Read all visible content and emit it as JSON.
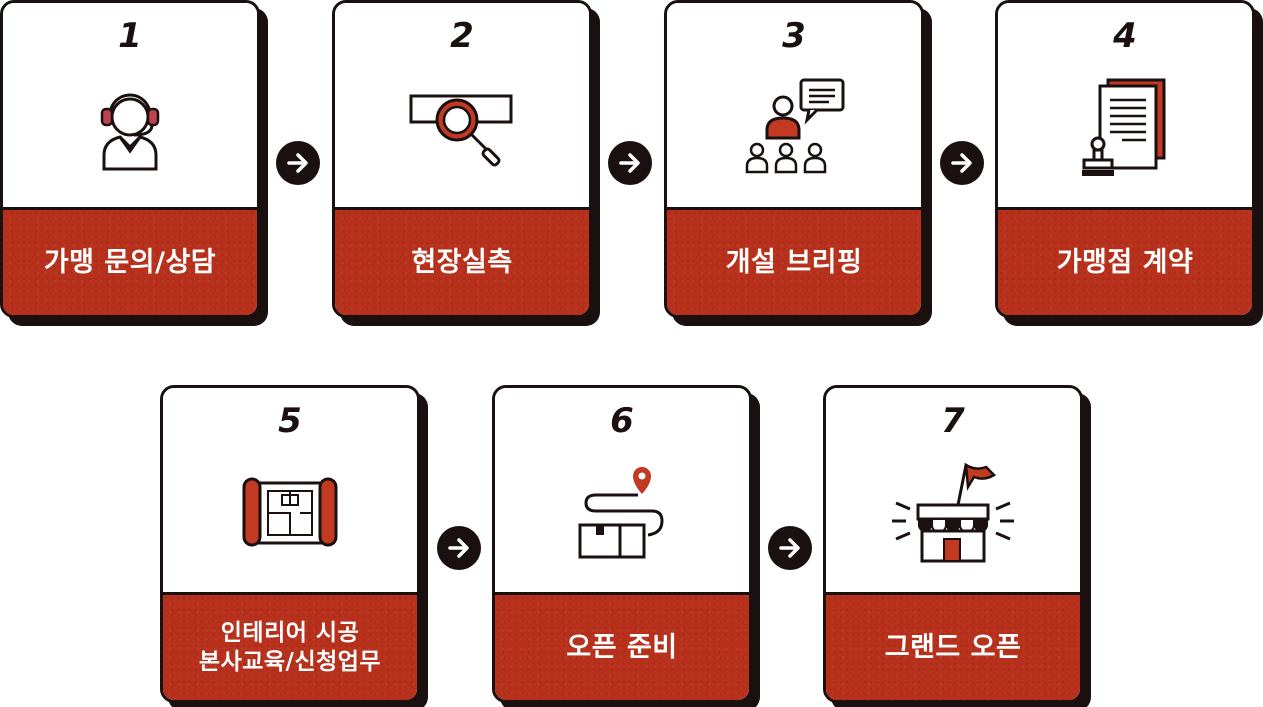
{
  "steps": [
    {
      "num": "1",
      "label_lines": [
        "가맹 문의/상담"
      ],
      "icon": "headset-consultant-icon"
    },
    {
      "num": "2",
      "label_lines": [
        "현장실측"
      ],
      "icon": "magnifier-measure-icon"
    },
    {
      "num": "3",
      "label_lines": [
        "개설 브리핑"
      ],
      "icon": "presentation-briefing-icon"
    },
    {
      "num": "4",
      "label_lines": [
        "가맹점 계약"
      ],
      "icon": "contract-stamp-icon"
    },
    {
      "num": "5",
      "label_lines": [
        "인테리어 시공",
        "본사교육/신청업무"
      ],
      "icon": "blueprint-icon"
    },
    {
      "num": "6",
      "label_lines": [
        "오픈 준비"
      ],
      "icon": "delivery-route-icon"
    },
    {
      "num": "7",
      "label_lines": [
        "그랜드 오픈"
      ],
      "icon": "store-flag-icon"
    }
  ],
  "colors": {
    "accent": "#b8311c",
    "ink": "#1a1010",
    "background": "#ffffff"
  },
  "arrow_icon": "arrow-right-icon"
}
